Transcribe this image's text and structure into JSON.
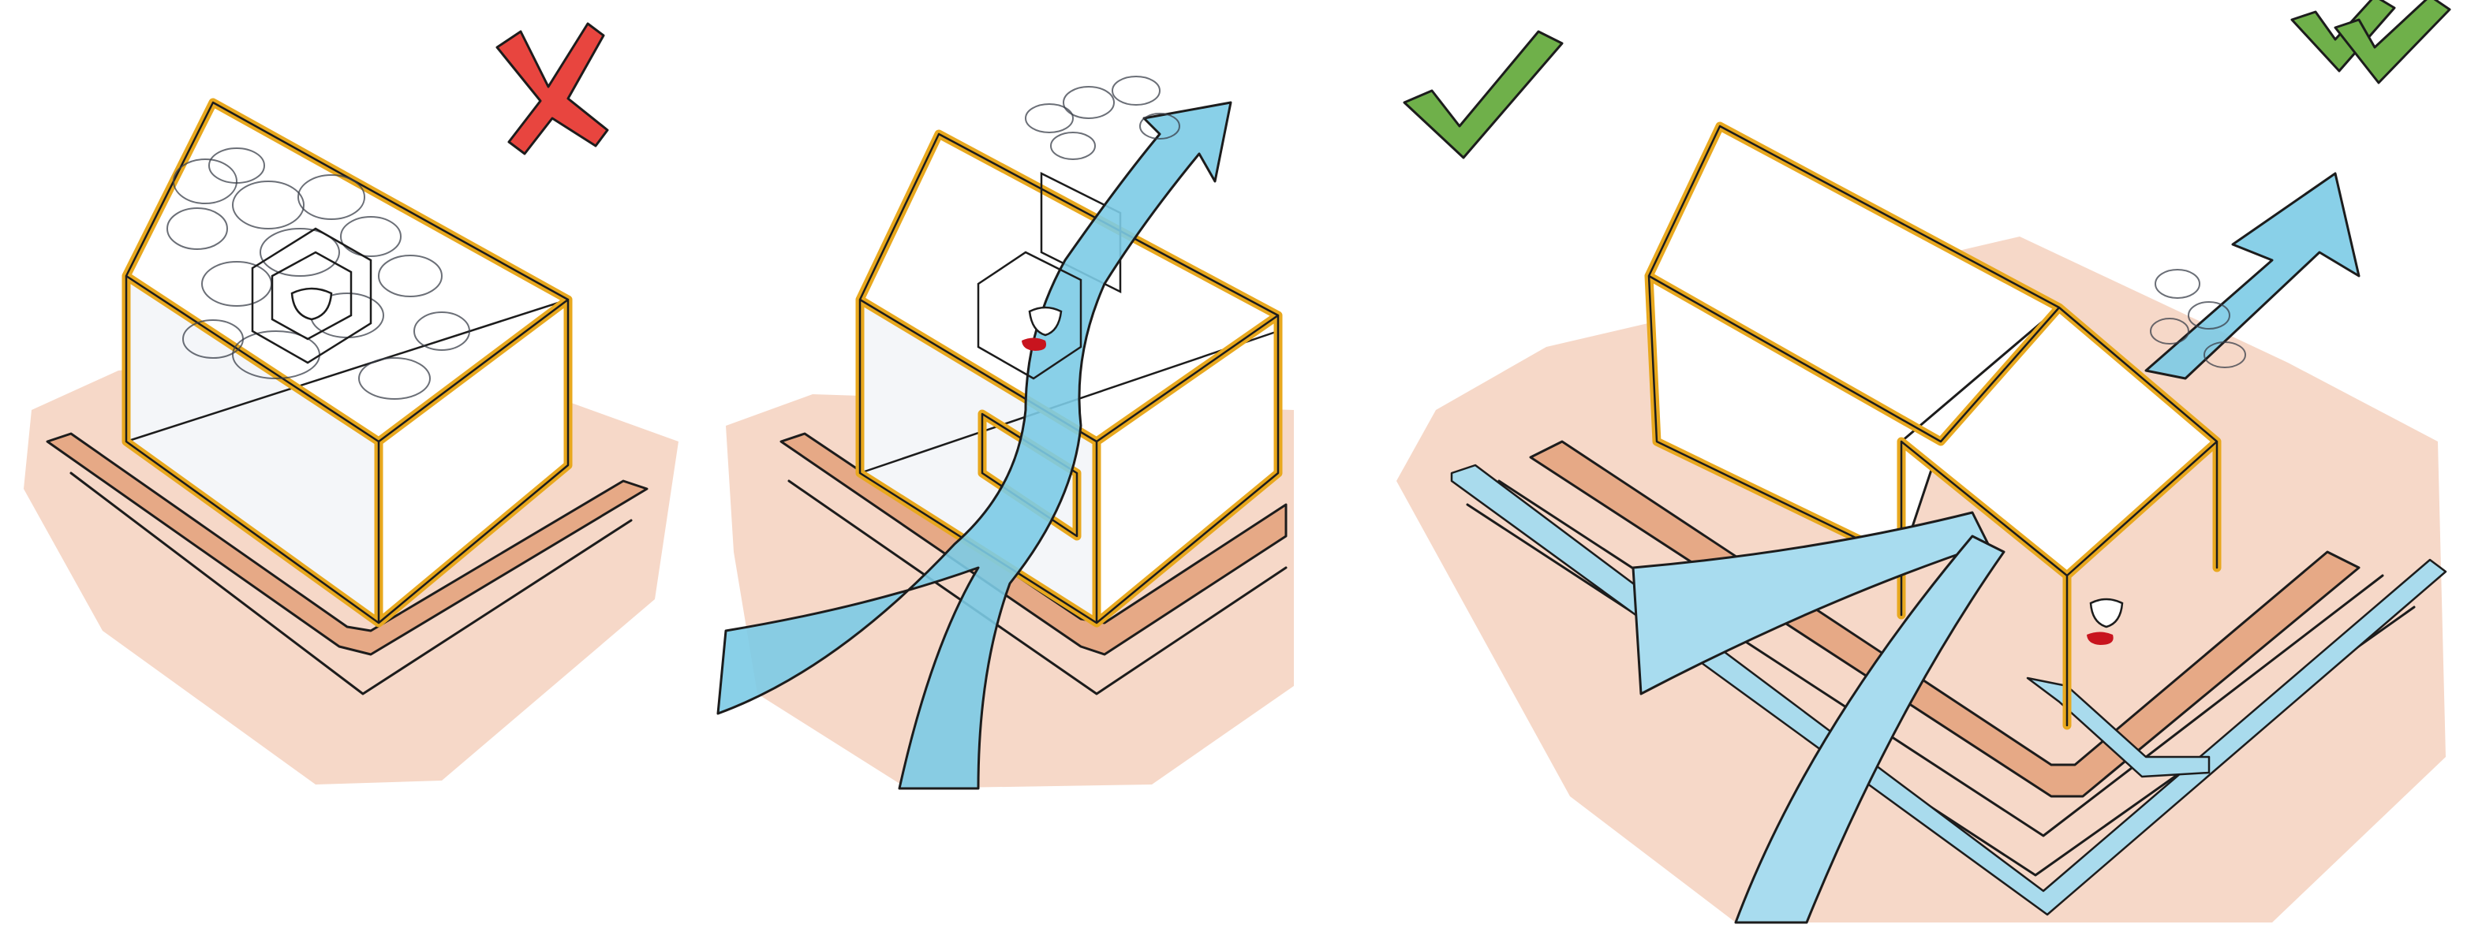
{
  "figure": {
    "panels": [
      {
        "id": "panel-1",
        "verdict": "cross",
        "verdict_color": "#e8453f"
      },
      {
        "id": "panel-2",
        "verdict": "none"
      },
      {
        "id": "panel-3",
        "verdict": "check",
        "verdict_color": "#6fb04a"
      },
      {
        "id": "panel-4",
        "verdict": "double-check",
        "verdict_color": "#6fb04a"
      }
    ],
    "colors": {
      "frame": "#e8a81e",
      "airflow": "#7ccbe6",
      "ground_outer": "#f6d8c8",
      "ground_path": "#e6a986",
      "mark_bad": "#e8453f",
      "mark_good": "#6fb04a"
    },
    "icons": [
      "cross-icon",
      "check-icon",
      "double-check-icon",
      "airflow-arrow-icon",
      "person-icon"
    ]
  }
}
